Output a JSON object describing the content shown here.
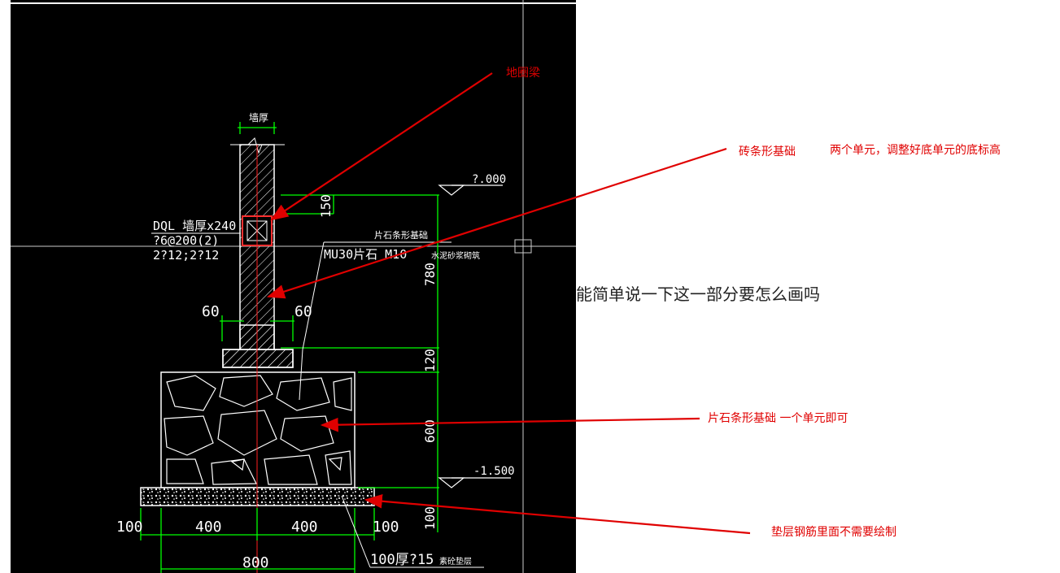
{
  "drawing": {
    "top_wall_label": "墙厚",
    "beam_label_1": "DQL 墙厚x240",
    "beam_label_2": "?6@200(2)",
    "beam_label_3": "2?12;2?12",
    "stone_found_label": "片石条形基础",
    "mortar_label_a": "MU30片石 M10",
    "mortar_label_b": "水泥砂浆砌筑",
    "elev_top": "?.000",
    "elev_bottom": "-1.500",
    "dim_150": "150",
    "dim_780": "780",
    "dim_120": "120",
    "dim_600": "600",
    "dim_100_right": "100",
    "dim_60_left": "60",
    "dim_60_right": "60",
    "dim_100_left": "100",
    "dim_400_left": "400",
    "dim_400_right": "400",
    "dim_100_bottom_right": "100",
    "dim_800": "800",
    "cushion_label_a": "100厚?15",
    "cushion_label_b": "素砼垫层"
  },
  "question": "能简单说一下这一部分要怎么画吗",
  "annotations": {
    "ground_beam": "地圈梁",
    "brick_foundation": "砖条形基础",
    "brick_note": "两个单元，调整好底单元的底标高",
    "stone_foundation": "片石条形基础 一个单元即可",
    "cushion_note": "垫层钢筋里面不需要绘制"
  },
  "colors": {
    "background": "#000000",
    "line": "#ffffff",
    "dimension": "#00ff00",
    "annotation": "#e00000"
  }
}
